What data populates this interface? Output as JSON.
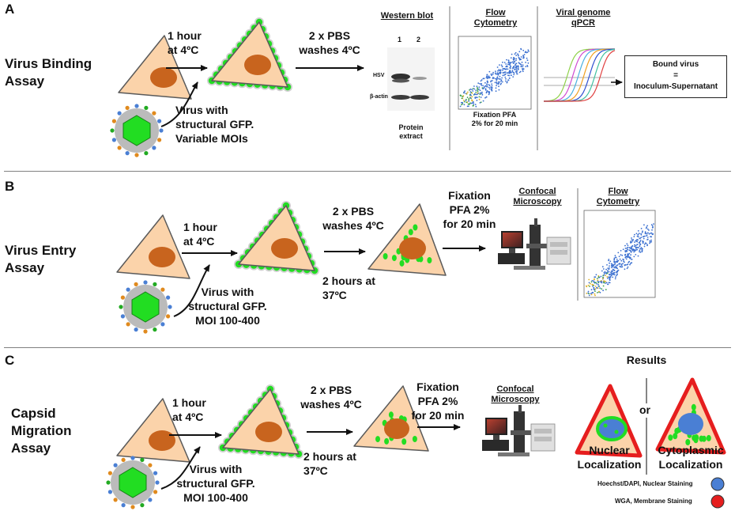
{
  "panels": [
    {
      "letter": "A",
      "assay": "Virus Binding\nAssay",
      "step1": "1 hour\nat 4ºC",
      "virus": "Virus with\nstructural GFP.\nVariable MOIs",
      "step2": "2 x PBS\nwashes 4ºC",
      "western_title": "Western blot",
      "lane_labels": [
        "1",
        "2"
      ],
      "blot_labels": [
        "HSV",
        "β-actin"
      ],
      "protein_extract": "Protein\nextract",
      "flow_title": "Flow\nCytometry",
      "fixation": "Fixation PFA\n2% for 20 min",
      "qpcr_title": "Viral genome\nqPCR",
      "bound_virus": "Bound virus\n=\nInoculum-Supernatant"
    },
    {
      "letter": "B",
      "assay": "Virus Entry\nAssay",
      "step1": "1 hour\nat 4ºC",
      "virus": "Virus with\nstructural GFP.\nMOI 100-400",
      "step2": "2 x PBS\nwashes 4ºC",
      "step3": "2 hours at\n37ºC",
      "fixation": "Fixation\nPFA 2%\nfor 20 min",
      "confocal_title": "Confocal\nMicroscopy",
      "flow_title": "Flow\nCytometry"
    },
    {
      "letter": "C",
      "assay": "Capsid\nMigration\nAssay",
      "step1": "1 hour\nat 4ºC",
      "virus": "Virus with\nstructural GFP.\nMOI 100-400",
      "step2": "2 x PBS\nwashes 4ºC",
      "step3": "2 hours at\n37ºC",
      "fixation": "Fixation\nPFA 2%\nfor 20 min",
      "confocal_title": "Confocal\nMicroscopy",
      "results_title": "Results",
      "or_text": "or",
      "nuclear": "Nuclear\nLocalization",
      "cytoplasmic": "Cytoplasmic\nLocalization",
      "legend": [
        {
          "text": "Hoechst/DAPI, Nuclear Staining",
          "color": "#4a7fd4"
        },
        {
          "text": "WGA, Membrane Staining",
          "color": "#e61e1e"
        }
      ]
    }
  ],
  "colors": {
    "cell_fill": "#fbd3aa",
    "cell_stroke": "#5a5a5a",
    "nucleus": "#c8641e",
    "capsid": "#22dd22",
    "virus_ring": "#bbbbbb",
    "membrane": "#e61e1e",
    "dapi": "#4a7fd4"
  }
}
